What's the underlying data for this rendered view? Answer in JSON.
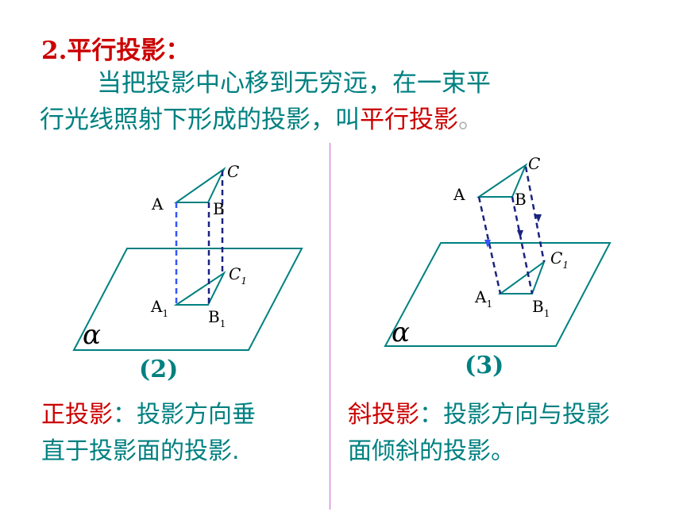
{
  "heading": "2.平行投影：",
  "paragraph": {
    "line1": "当把投影中心移到无穷远，在一束平",
    "line2_prefix": "行光线照射下形成的投影，叫",
    "line2_term": "平行投影",
    "line2_end": "。"
  },
  "figure_left": {
    "caption": "(2)",
    "plane_label": "α",
    "points": {
      "A": "A",
      "B": "B",
      "C": "C",
      "A1": "A",
      "B1": "B",
      "C1": "C",
      "sub": "1"
    }
  },
  "figure_right": {
    "caption": "(3)",
    "plane_label": "α",
    "points": {
      "A": "A",
      "B": "B",
      "C": "C",
      "A1": "A",
      "B1": "B",
      "C1": "C",
      "sub": "1"
    }
  },
  "desc_left": {
    "term": "正投影",
    "line1_rest": "：投影方向垂",
    "line2": "直于投影面的投影."
  },
  "desc_right": {
    "term": "斜投影",
    "line1_rest": "：投影方向与投影",
    "line2": "面倾斜的投影。"
  },
  "colors": {
    "teal": "#008080",
    "red": "#cc0000",
    "navy": "#1a237e",
    "blue_dash": "#3355ff",
    "divider": "#cc66cc"
  }
}
